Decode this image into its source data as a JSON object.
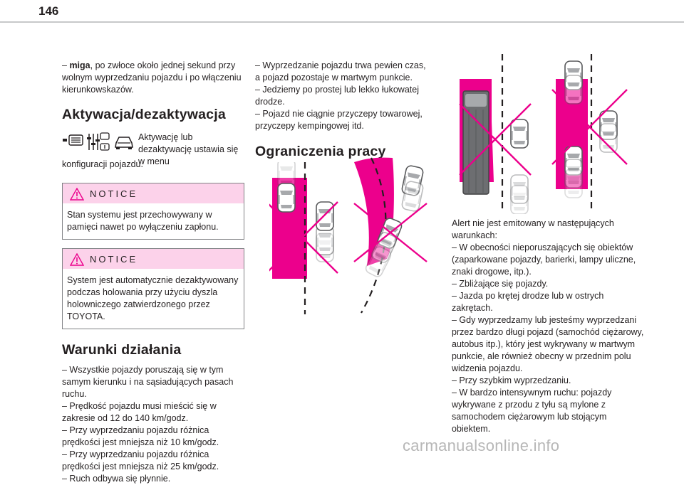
{
  "page_number": "146",
  "col1": {
    "intro": {
      "dash": "– ",
      "bold": "miga",
      "rest": ", po zwłoce około jednej sekund przy wolnym wyprzedzaniu pojazdu i po włączeniu kierunkowskazów."
    },
    "activation_heading": "Aktywacja/dezaktywacja",
    "activation_text": "Aktywację lub dezaktywację ustawia się w menu",
    "activation_text_cont": "konfiguracji pojazdu.",
    "notice1": {
      "title": "NOTICE",
      "body": "Stan systemu jest przechowywany w pamięci nawet po wyłączeniu zapłonu."
    },
    "notice2": {
      "title": "NOTICE",
      "body": "System jest automatycznie dezaktywowany podczas holowania przy użyciu dyszla holowniczego zatwierdzonego przez TOYOTA."
    },
    "conditions_heading": "Warunki działania",
    "conditions": [
      "– Wszystkie pojazdy poruszają się w tym samym kierunku i na sąsiadujących pasach ruchu.",
      "– Prędkość pojazdu musi mieścić się w zakresie od 12 do 140 km/godz.",
      "– Przy wyprzedzaniu pojazdu różnica prędkości jest mniejsza niż 10 km/godz.",
      "– Przy wyprzedzaniu pojazdu różnica prędkości jest mniejsza niż 25 km/godz.",
      "– Ruch odbywa się płynnie."
    ]
  },
  "col2": {
    "conditions_cont": [
      "– Wyprzedzanie pojazdu trwa pewien czas, a pojazd pozostaje w martwym punkcie.",
      "– Jedziemy po prostej lub lekko łukowatej drodze.",
      "– Pojazd nie ciągnie przyczepy towarowej, przyczepy kempingowej itd."
    ],
    "limitations_heading": "Ograniczenia pracy"
  },
  "col3": {
    "alert_lines": [
      "Alert nie jest emitowany w następujących warunkach:",
      "– W obecności nieporuszających się obiektów (zaparkowane pojazdy, barierki, lampy uliczne, znaki drogowe, itp.).",
      "– Zbliżające się pojazdy.",
      "– Jazda po krętej drodze lub w ostrych zakrętach.",
      "– Gdy wyprzedzamy lub jesteśmy wyprzedzani przez bardzo długi pojazd (samochód ciężarowy, autobus itp.), który jest wykrywany w martwym punkcie, ale również obecny w przednim polu widzenia pojazdu.",
      "– Przy szybkim wyprzedzaniu.",
      "– W bardzo intensywnym ruchu: pojazdy wykrywane z przodu z tyłu są mylone z samochodem ciężarowym lub stojącym obiektem."
    ]
  },
  "watermark": "carmanualsonline.info",
  "colors": {
    "magenta": "#ec008c",
    "notice_bg": "#fcd2ea",
    "rule": "#c7c8ca"
  }
}
